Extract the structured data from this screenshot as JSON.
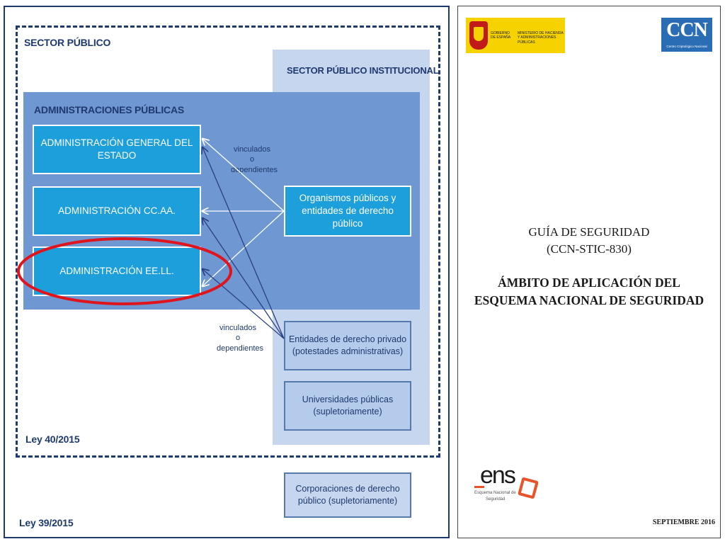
{
  "diagram": {
    "sector_publico": "SECTOR PÚBLICO",
    "sector_institucional": "SECTOR PÚBLICO INSTITUCIONAL",
    "administraciones": "ADMINISTRACIONES PÚBLICAS",
    "nodes": {
      "age": "ADMINISTRACIÓN GENERAL DEL ESTADO",
      "ccaa": "ADMINISTRACIÓN CC.AA.",
      "eell": "ADMINISTRACIÓN EE.LL.",
      "organismos": "Organismos públicos y entidades de derecho público",
      "entidades_privado": "Entidades de derecho privado (potestades administrativas)",
      "universidades": "Universidades públicas (supletoriamente)",
      "corporaciones": "Corporaciones de derecho público (supletoriamente)"
    },
    "vinculados_top": "vinculados o dependientes",
    "vinculados_bottom": "vinculados o dependientes",
    "ley_40": "Ley 40/2015",
    "ley_39": "Ley 39/2015",
    "colors": {
      "navy": "#1e3a6e",
      "admin_blue": "#6f97d2",
      "node_cyan": "#1d9fdb",
      "institutional_pale": "#c6d6ef",
      "highlight_red": "#e0141c"
    }
  },
  "cover": {
    "gov_line1": "GOBIERNO DE ESPAÑA",
    "gov_line2": "MINISTERIO DE HACIENDA Y ADMINISTRACIONES PÚBLICAS",
    "ccn_logo": "CCN",
    "ccn_sub": "Centro Criptológico Nacional",
    "guia": "GUÍA DE SEGURIDAD",
    "code": "(CCN-STIC-830)",
    "title_line1": "ÁMBITO DE APLICACIÓN DEL",
    "title_line2": "ESQUEMA NACIONAL DE SEGURIDAD",
    "ens_word": "ens",
    "ens_tag1": "Esquema Nacional de",
    "ens_tag2": "Seguridad",
    "date": "SEPTIEMBRE 2016"
  }
}
